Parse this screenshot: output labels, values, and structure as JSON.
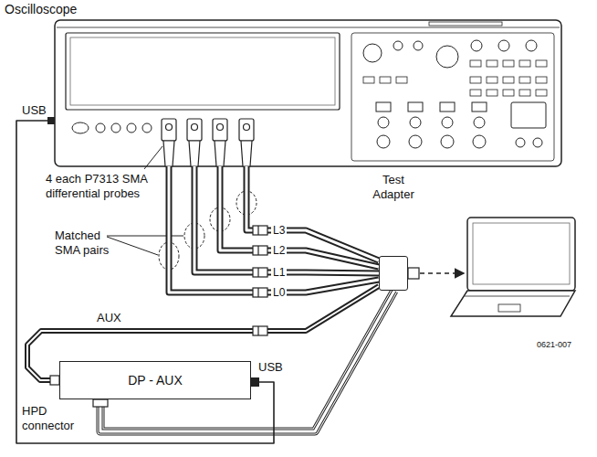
{
  "diagram": {
    "nodes": [
      {
        "text": [
          "Oscilloscope"
        ]
      },
      {
        "text": [
          "Test Adapter"
        ]
      },
      {
        "text": [
          "DP - AUX"
        ]
      }
    ],
    "edges": [
      {
        "from": 0,
        "to": 1,
        "arrow": "none",
        "label": "L3"
      },
      {
        "from": 0,
        "to": 1,
        "arrow": "none",
        "label": "L2"
      },
      {
        "from": 0,
        "to": 1,
        "arrow": "none",
        "label": "L1"
      },
      {
        "from": 0,
        "to": 1,
        "arrow": "none",
        "label": "L0"
      },
      {
        "from": 1,
        "to": 2,
        "arrow": "none",
        "label": "AUX"
      },
      {
        "from": 1,
        "to": 2,
        "arrow": "none"
      },
      {
        "from": 2,
        "to": 0,
        "arrow": "none",
        "label": "USB"
      }
    ],
    "labels": [
      "USB",
      "4 each P7313 SMA differential probes",
      "Matched SMA pairs",
      "HPD connector",
      "0621-007"
    ]
  }
}
